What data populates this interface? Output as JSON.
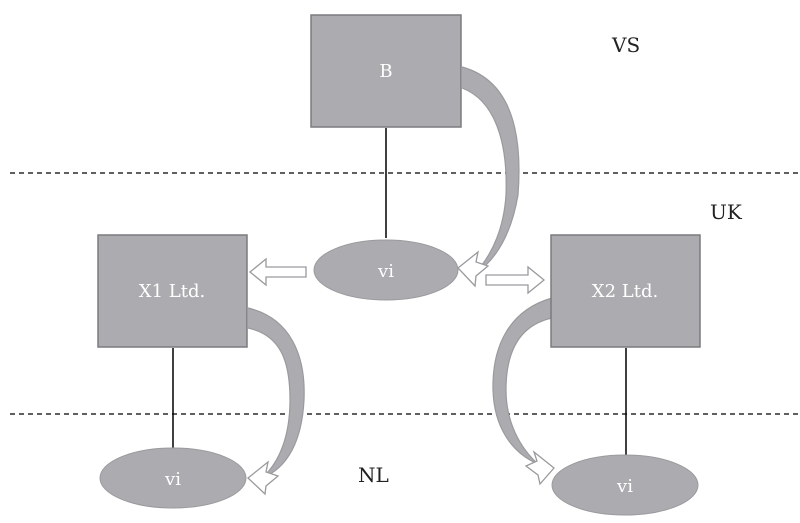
{
  "regions": {
    "vs": "VS",
    "uk": "UK",
    "nl": "NL"
  },
  "nodes": {
    "b": "B",
    "vi_uk": "vi",
    "x1": "X1 Ltd.",
    "x2": "X2 Ltd.",
    "vi_x1": "vi",
    "vi_x2": "vi"
  },
  "colors": {
    "node_fill": "#acacb0",
    "node_text": "#ffffff",
    "line": "#000000"
  }
}
